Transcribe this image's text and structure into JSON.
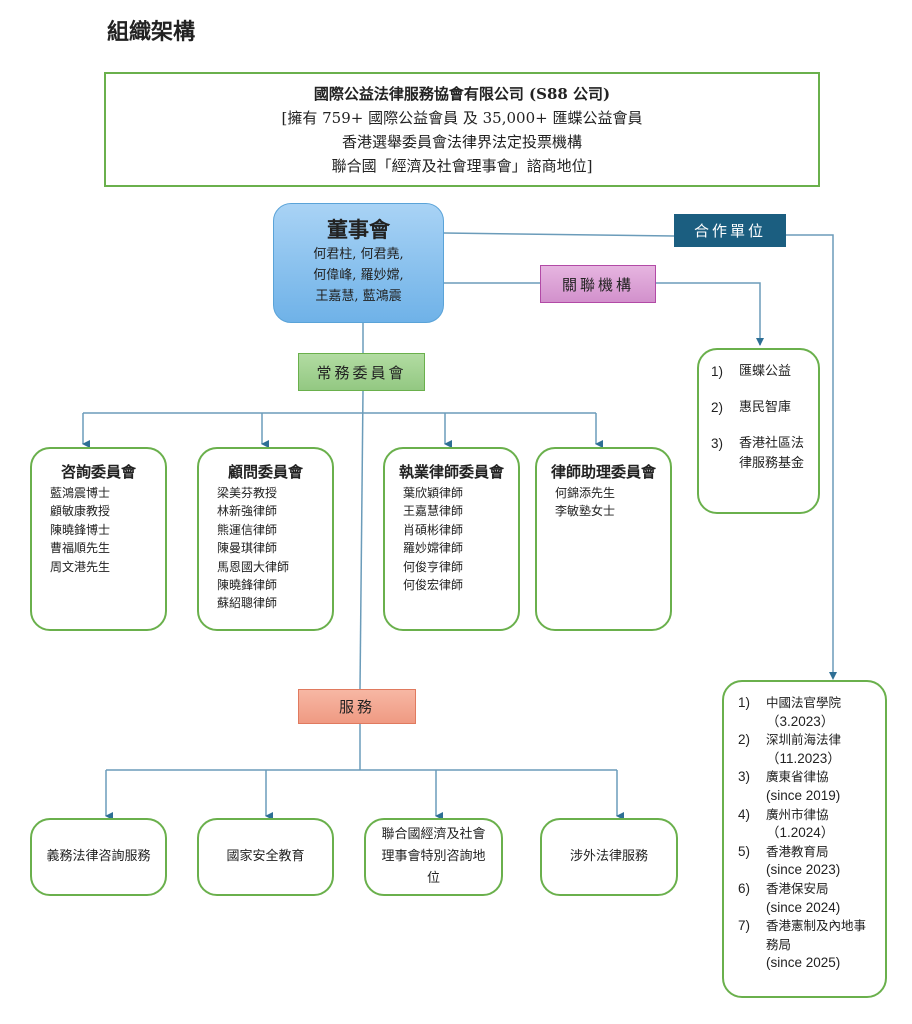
{
  "title": "組織架構",
  "organization": {
    "lines": [
      "國際公益法律服務協會有限公司 (S88 公司)",
      "[擁有 759+ 國際公益會員 及 35,000+ 匯蝶公益會員",
      "香港選舉委員會法律界法定投票機構",
      "聯合國「經濟及社會理事會」諮商地位]"
    ]
  },
  "board": {
    "title": "董事會",
    "members": [
      "何君柱, 何君堯,",
      "何偉峰, 羅妙嫦,",
      "王嘉慧, 藍鴻震"
    ]
  },
  "labels": {
    "partner": "合作單位",
    "related": "關聯機構",
    "standing": "常務委員會",
    "service": "服務"
  },
  "committees": [
    {
      "title": "咨詢委員會",
      "members": [
        "藍鴻震博士",
        "顧敏康教授",
        "陳曉鋒博士",
        "曹福順先生",
        "周文港先生"
      ]
    },
    {
      "title": "顧問委員會",
      "members": [
        "梁美芬教授",
        "林新強律師",
        "熊運信律師",
        "陳曼琪律師",
        "馬恩國大律師",
        "陳曉鋒律師",
        "蘇紹聰律師"
      ]
    },
    {
      "title": "執業律師委員會",
      "members": [
        "葉欣穎律師",
        "王嘉慧律師",
        "肖碩彬律師",
        "羅妙嫦律師",
        "何俊亨律師",
        "何俊宏律師"
      ]
    },
    {
      "title": "律師助理委員會",
      "members": [
        "何錦添先生",
        "李敏塾女士"
      ]
    }
  ],
  "related_orgs": [
    {
      "n": "1)",
      "t": "匯蝶公益"
    },
    {
      "n": "2)",
      "t": "惠民智庫"
    },
    {
      "n": "3)",
      "t": "香港社區法律服務基金"
    }
  ],
  "partners": [
    {
      "n": "1)",
      "t": "中國法官學院",
      "d": "（3.2023）"
    },
    {
      "n": "2)",
      "t": "深圳前海法律",
      "d": "（11.2023）"
    },
    {
      "n": "3)",
      "t": "廣東省律協",
      "d": "(since 2019)"
    },
    {
      "n": "4)",
      "t": "廣州市律協",
      "d": "（1.2024）"
    },
    {
      "n": "5)",
      "t": "香港教育局",
      "d": "(since 2023)"
    },
    {
      "n": "6)",
      "t": "香港保安局",
      "d": "(since 2024)"
    },
    {
      "n": "7)",
      "t": "香港憲制及內地事務局",
      "d": "(since 2025)"
    }
  ],
  "services": [
    "義務法律咨詢服務",
    "國家安全教育",
    "聯合國經濟及社會理事會特別咨詢地位",
    "涉外法律服務"
  ],
  "colors": {
    "green": "#6ab04c",
    "line": "#3d7fa6",
    "partner": "#1b5e80"
  }
}
